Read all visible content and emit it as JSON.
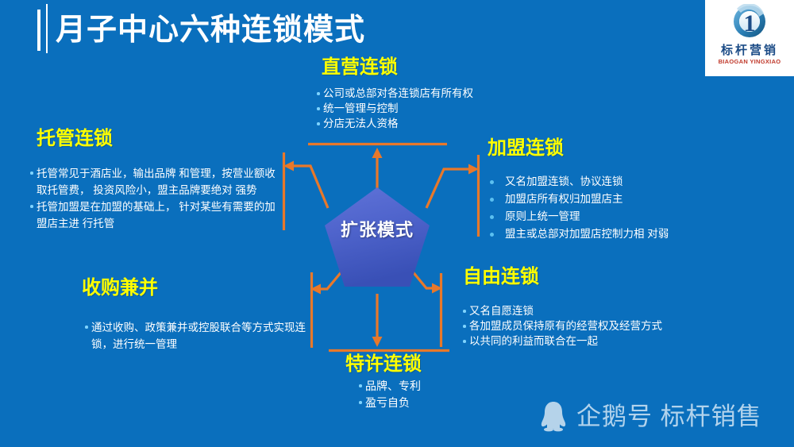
{
  "slide": {
    "title": "月子中心六种连锁模式",
    "background_color": "#0a6fbd",
    "heading_color": "#ffff00",
    "arrow_color": "#e8782a",
    "pentagon_color_top": "#5c71d6",
    "pentagon_color_bottom": "#3950b6"
  },
  "logo": {
    "numeral": "1",
    "cn_name": "标杆营销",
    "en_name": "BIAOGAN YINGXIAO"
  },
  "center": {
    "label": "扩张模式"
  },
  "sections": {
    "zhiying": {
      "heading": "直营连锁",
      "bullets": [
        "公司或总部对各连锁店有所有权",
        "统一管理与控制",
        "分店无法人资格"
      ]
    },
    "tuoguan": {
      "heading": "托管连锁",
      "bullets": [
        "托管常见于酒店业，输出品牌 和管理，按营业额收取托管费， 投资风险小，盟主品牌要绝对 强势",
        "托管加盟是在加盟的基础上， 针对某些有需要的加盟店主进 行托管"
      ]
    },
    "jiameng": {
      "heading": "加盟连锁",
      "bullets": [
        "又名加盟连锁、协议连锁",
        "加盟店所有权归加盟店主",
        "原则上统一管理",
        "盟主或总部对加盟店控制力相 对弱"
      ]
    },
    "shougou": {
      "heading": "收购兼并",
      "bullets": [
        "通过收购、政策兼并或控股联合等方式实现连锁，进行统一管理"
      ]
    },
    "ziyou": {
      "heading": "自由连锁",
      "bullets": [
        "又名自愿连锁",
        "各加盟成员保持原有的经营权及经营方式",
        "以共同的利益而联合在一起"
      ]
    },
    "texu": {
      "heading": "特许连锁",
      "bullets": [
        "品牌、专利",
        "盈亏自负"
      ]
    }
  },
  "watermark": {
    "icon": "penguin-icon",
    "text": "企鹅号 标杆销售"
  }
}
